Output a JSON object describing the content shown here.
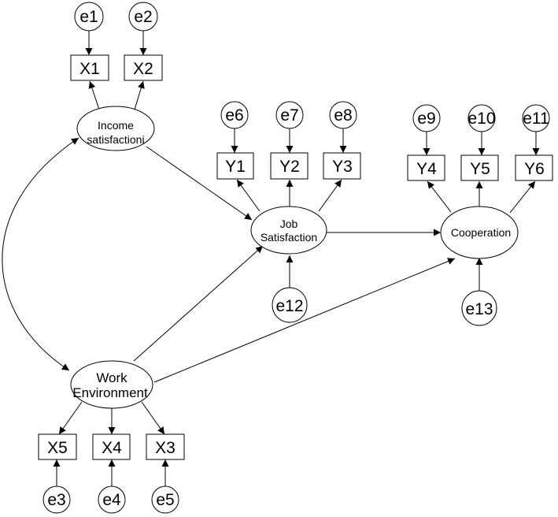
{
  "diagram": {
    "errors": {
      "e1": "e1",
      "e2": "e2",
      "e3": "e3",
      "e4": "e4",
      "e5": "e5",
      "e6": "e6",
      "e7": "e7",
      "e8": "e8",
      "e9": "e9",
      "e10": "e10",
      "e11": "e11",
      "e12": "e12",
      "e13": "e13"
    },
    "indicators": {
      "x1": "X1",
      "x2": "X2",
      "x3": "X3",
      "x4": "X4",
      "x5": "X5",
      "y1": "Y1",
      "y2": "Y2",
      "y3": "Y3",
      "y4": "Y4",
      "y5": "Y5",
      "y6": "Y6"
    },
    "latents": {
      "income": [
        "Income",
        "satisfactioni"
      ],
      "job": [
        "Job",
        "Satisfaction"
      ],
      "work": [
        "Work",
        "Environment"
      ],
      "cooperation": "Cooperation"
    },
    "colors": {
      "line": "#000000",
      "fill": "#ffffff"
    }
  }
}
